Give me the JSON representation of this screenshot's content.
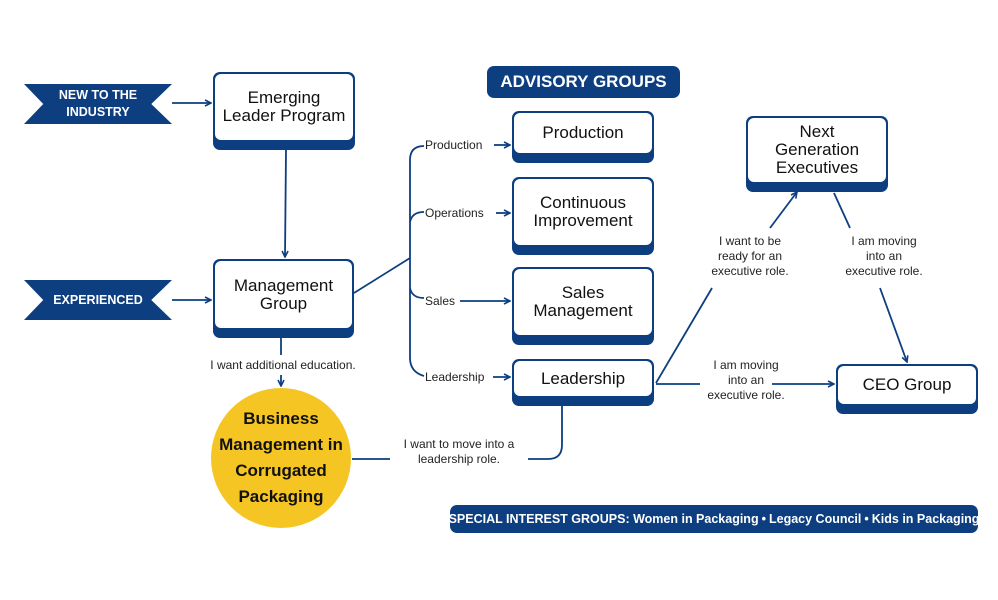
{
  "colors": {
    "navy": "#0d3f80",
    "yellow": "#f5c523",
    "white": "#ffffff"
  },
  "entry_points": {
    "new": [
      "NEW TO THE",
      "INDUSTRY"
    ],
    "experienced": "EXPERIENCED"
  },
  "boxes": {
    "emerging": [
      "Emerging",
      "Leader Program"
    ],
    "management": [
      "Management",
      "Group"
    ],
    "production": "Production",
    "continuous": [
      "Continuous",
      "Improvement"
    ],
    "sales": [
      "Sales",
      "Management"
    ],
    "leadership": "Leadership",
    "nextgen": [
      "Next",
      "Generation",
      "Executives"
    ],
    "ceo": "CEO Group"
  },
  "advisory_title": "ADVISORY GROUPS",
  "branch_labels": {
    "production": "Production",
    "operations": "Operations",
    "sales": "Sales",
    "leadership": "Leadership"
  },
  "edge_labels": {
    "additional_education": "I want additional education.",
    "move_into_leadership": [
      "I want to move into a",
      "leadership role."
    ],
    "ready_for_exec": [
      "I want to be",
      "ready for an",
      "executive role."
    ],
    "moving_exec_from_nextgen": [
      "I am moving",
      "into an",
      "executive role."
    ],
    "moving_exec_from_leadership": [
      "I am moving",
      "into an",
      "executive role."
    ]
  },
  "circle": [
    "Business",
    "Management in",
    "Corrugated",
    "Packaging"
  ],
  "special_interest": {
    "prefix": "SPECIAL INTEREST GROUPS:",
    "items": [
      "Women in Packaging",
      "Legacy Council",
      "Kids in Packaging"
    ],
    "separator": "•"
  }
}
